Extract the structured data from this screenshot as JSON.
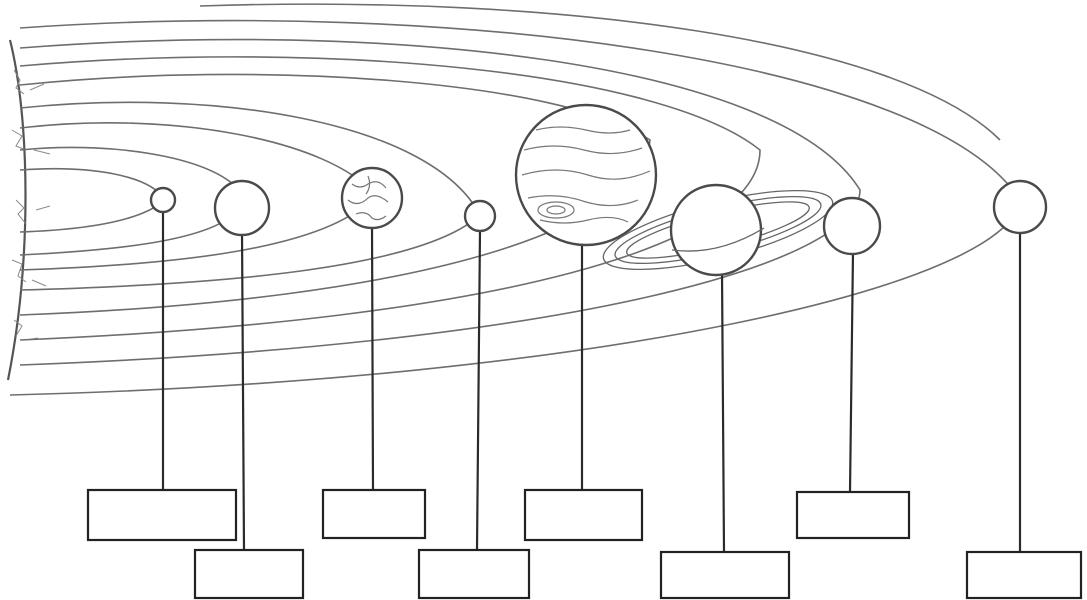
{
  "planets": [
    {
      "name_key": "planet-1"
    },
    {
      "name_key": "planet-2"
    },
    {
      "name_key": "planet-3"
    },
    {
      "name_key": "planet-4"
    },
    {
      "name_key": "planet-5"
    },
    {
      "name_key": "planet-6"
    },
    {
      "name_key": "planet-7"
    },
    {
      "name_key": "planet-8"
    }
  ],
  "label_boxes": [
    "",
    "",
    "",
    "",
    "",
    "",
    "",
    ""
  ]
}
